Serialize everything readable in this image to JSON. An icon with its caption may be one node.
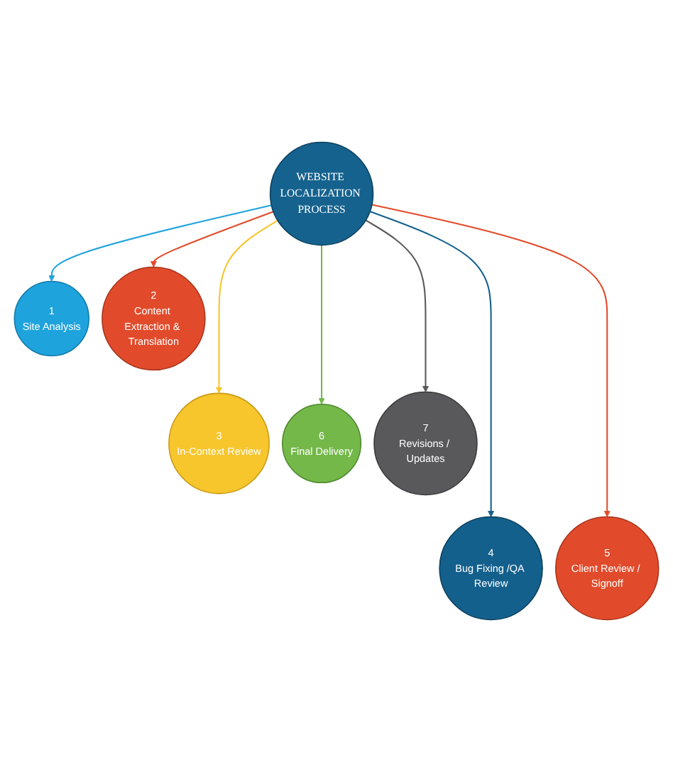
{
  "diagram": {
    "nodes": [
      {
        "text": [
          "WEBSITE LOCALIZATION PROCESS"
        ]
      },
      {
        "text": [
          "1",
          "Site Analysis"
        ]
      },
      {
        "text": [
          "2",
          "Content Extraction & Translation"
        ]
      },
      {
        "text": [
          "3",
          "In-Context Review"
        ]
      },
      {
        "text": [
          "4",
          "Bug Fixing /QA Review"
        ]
      },
      {
        "text": [
          "5",
          "Client Review / Signoff"
        ]
      },
      {
        "text": [
          "6",
          "Final Delivery"
        ]
      },
      {
        "text": [
          "7",
          "Revisions / Updates"
        ]
      }
    ],
    "edges": [
      {
        "from": 0,
        "to": 1,
        "arrow": "to",
        "color": "#1ea3dd"
      },
      {
        "from": 0,
        "to": 2,
        "arrow": "to",
        "color": "#e14b2b"
      },
      {
        "from": 0,
        "to": 3,
        "arrow": "to",
        "color": "#f7c52c"
      },
      {
        "from": 0,
        "to": 4,
        "arrow": "to",
        "color": "#14608c"
      },
      {
        "from": 0,
        "to": 5,
        "arrow": "to",
        "color": "#e14b2b"
      },
      {
        "from": 0,
        "to": 6,
        "arrow": "to",
        "color": "#74b84a"
      },
      {
        "from": 0,
        "to": 7,
        "arrow": "to",
        "color": "#59595b"
      }
    ]
  }
}
